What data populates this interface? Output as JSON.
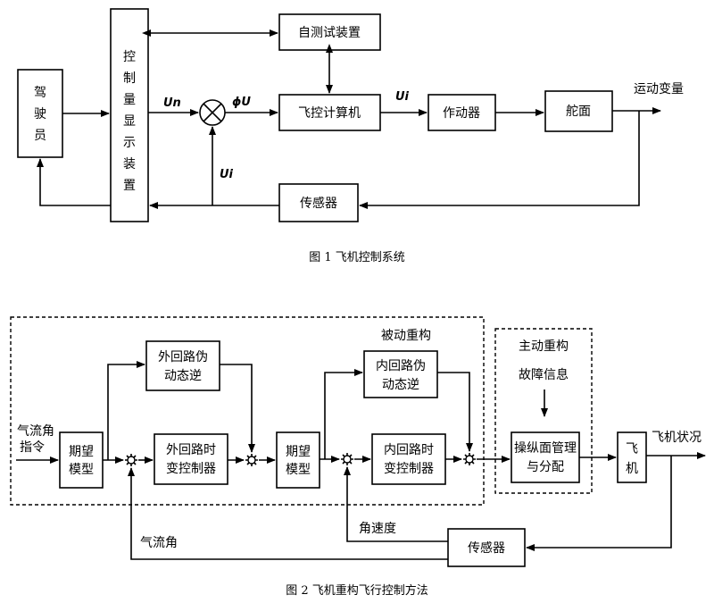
{
  "figure1": {
    "caption": "图 1  飞机控制系统",
    "pilot": [
      "驾",
      "驶",
      "员"
    ],
    "display": [
      "控",
      "制",
      "量",
      "显",
      "示",
      "装",
      "置"
    ],
    "self_test": "自测试装置",
    "fcc": "飞控计算机",
    "actuator": "作动器",
    "control_surface": "舵面",
    "sensor": "传感器",
    "motion_var": "运动变量",
    "sig_un": "Un",
    "sig_phiu": "ϕU",
    "sig_ui_top": "Ui",
    "sig_ui_fb": "Ui"
  },
  "figure2": {
    "caption": "图 2  飞机重构飞行控制方法",
    "input_label": [
      "气流角",
      "指令"
    ],
    "ref_model_1": [
      "期望",
      "模型"
    ],
    "outer_inverse": [
      "外回路伪",
      "动态逆"
    ],
    "outer_ctrl": [
      "外回路时",
      "变控制器"
    ],
    "ref_model_2": [
      "期望",
      "模型"
    ],
    "passive_reconfig": "被动重构",
    "inner_inverse": [
      "内回路伪",
      "动态逆"
    ],
    "inner_ctrl": [
      "内回路时",
      "变控制器"
    ],
    "active_reconfig": "主动重构",
    "fault_info": "故障信息",
    "allocation": [
      "操纵面管理",
      "与分配"
    ],
    "aircraft": [
      "飞",
      "机"
    ],
    "aircraft_state": "飞机状况",
    "sensor": "传感器",
    "angle_rate": "角速度",
    "flow_angle": "气流角"
  }
}
